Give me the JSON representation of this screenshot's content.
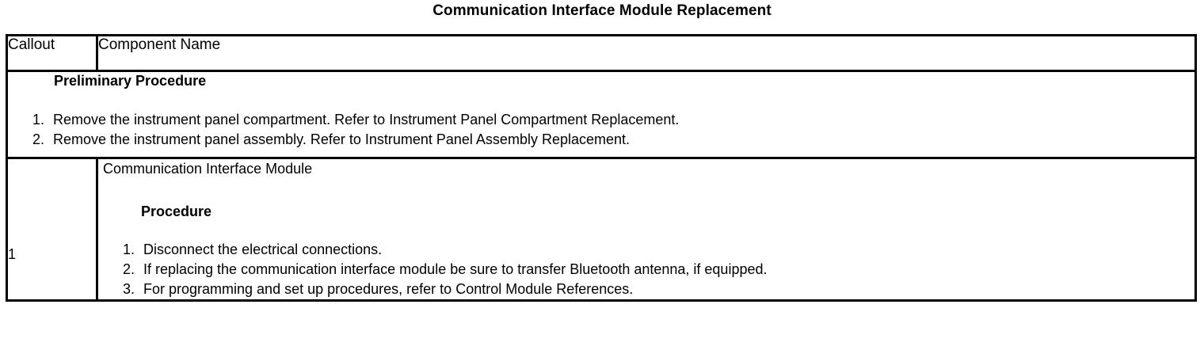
{
  "document": {
    "title": "Communication Interface Module Replacement"
  },
  "table": {
    "headers": {
      "callout": "Callout",
      "component_name": "Component Name"
    },
    "preliminary": {
      "heading": "Preliminary Procedure",
      "steps": [
        {
          "number": "1.",
          "text": "Remove the instrument panel compartment. Refer to Instrument Panel Compartment Replacement."
        },
        {
          "number": "2.",
          "text": "Remove the instrument panel assembly. Refer to Instrument Panel Assembly Replacement."
        }
      ]
    },
    "rows": [
      {
        "callout": "1",
        "component_name": "Communication Interface Module",
        "procedure_heading": "Procedure",
        "steps": [
          {
            "number": "1.",
            "text": "Disconnect the electrical connections."
          },
          {
            "number": "2.",
            "text": "If replacing the communication interface module be sure to transfer Bluetooth antenna, if equipped."
          },
          {
            "number": "3.",
            "text": "For programming and set up procedures, refer to Control Module References."
          }
        ]
      }
    ]
  },
  "colors": {
    "background": "#ffffff",
    "text": "#000000",
    "border": "#000000"
  }
}
